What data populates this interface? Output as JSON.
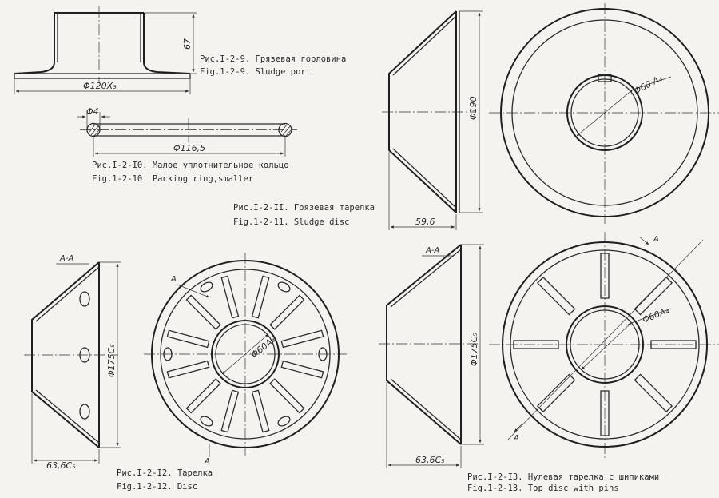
{
  "figures": {
    "fig9": {
      "caption_ru": "Рис.I-2-9. Грязевая горловина",
      "caption_en": "Fig.1-2-9. Sludge port",
      "dim_height": "67",
      "dim_diameter": "Φ120X₃"
    },
    "fig10": {
      "caption_ru": "Рис.I-2-I0. Малое уплотнительное кольцо",
      "caption_en": "Fig.1-2-10. Packing ring,smaller",
      "dim_section": "Φ4",
      "dim_diameter": "Φ116,5"
    },
    "fig11": {
      "caption_ru": "Рис.I-2-II. Грязевая тарелка",
      "caption_en": "Fig.1-2-11. Sludge disc",
      "dim_outer": "Φ190",
      "dim_hub": "Φ60 A₄",
      "dim_height": "59,6"
    },
    "fig12": {
      "section_label": "A-A",
      "caption_ru": "Рис.I-2-I2. Тарелка",
      "caption_en": "Fig.1-2-12. Disc",
      "dim_outer": "Φ175C₅",
      "dim_hub": "Φ60A₄",
      "dim_height": "63,6C₅",
      "cut_marker": "A"
    },
    "fig13": {
      "section_label": "A-A",
      "caption_ru": "Рис.I-2-I3. Нулевая тарелка с шипиками",
      "caption_en": "Fig.1-2-13. Top disc with pins",
      "dim_outer": "Φ175C₅",
      "dim_hub": "Φ60A₄",
      "dim_height": "63,6C₅",
      "cut_marker": "A"
    }
  }
}
